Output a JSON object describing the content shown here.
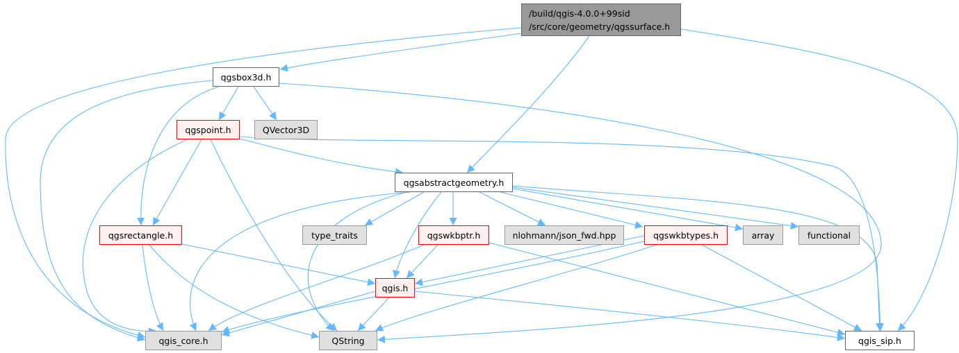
{
  "nodes": {
    "root": {
      "label_line1": "/build/qgis-4.0.0+99sid",
      "label_line2": "/src/core/geometry/qgssurface.h",
      "style": "root"
    },
    "qgsbox3d": {
      "label": "qgsbox3d.h",
      "style": "normal"
    },
    "qgspoint": {
      "label": "qgspoint.h",
      "style": "red"
    },
    "qvector3d": {
      "label": "QVector3D",
      "style": "grey"
    },
    "qgsabstractgeometry": {
      "label": "qgsabstractgeometry.h",
      "style": "normal"
    },
    "qgsrectangle": {
      "label": "qgsrectangle.h",
      "style": "red"
    },
    "type_traits": {
      "label": "type_traits",
      "style": "grey"
    },
    "qgswkbptr": {
      "label": "qgswkbptr.h",
      "style": "red"
    },
    "json_fwd": {
      "label": "nlohmann/json_fwd.hpp",
      "style": "grey"
    },
    "qgswkbtypes": {
      "label": "qgswkbtypes.h",
      "style": "red"
    },
    "array": {
      "label": "array",
      "style": "grey"
    },
    "functional": {
      "label": "functional",
      "style": "grey"
    },
    "qgis": {
      "label": "qgis.h",
      "style": "red"
    },
    "qgis_core": {
      "label": "qgis_core.h",
      "style": "grey"
    },
    "qstring": {
      "label": "QString",
      "style": "grey"
    },
    "qgis_sip": {
      "label": "qgis_sip.h",
      "style": "normal"
    }
  },
  "edges": [
    [
      "root",
      "qgis_core"
    ],
    [
      "root",
      "qgsbox3d"
    ],
    [
      "root",
      "qgsabstractgeometry"
    ],
    [
      "root",
      "qgis_sip"
    ],
    [
      "qgsbox3d",
      "qgis_core"
    ],
    [
      "qgsbox3d",
      "qgspoint"
    ],
    [
      "qgsbox3d",
      "qvector3d"
    ],
    [
      "qgsbox3d",
      "qgsrectangle"
    ],
    [
      "qgsbox3d",
      "qstring"
    ],
    [
      "qgspoint",
      "qgsabstractgeometry"
    ],
    [
      "qgspoint",
      "qgsrectangle"
    ],
    [
      "qgspoint",
      "qgis_core"
    ],
    [
      "qgspoint",
      "qstring"
    ],
    [
      "qgspoint",
      "qgis_sip"
    ],
    [
      "qgsabstractgeometry",
      "qgis_core"
    ],
    [
      "qgsabstractgeometry",
      "qstring"
    ],
    [
      "qgsabstractgeometry",
      "type_traits"
    ],
    [
      "qgsabstractgeometry",
      "qgswkbptr"
    ],
    [
      "qgsabstractgeometry",
      "json_fwd"
    ],
    [
      "qgsabstractgeometry",
      "qgswkbtypes"
    ],
    [
      "qgsabstractgeometry",
      "array"
    ],
    [
      "qgsabstractgeometry",
      "functional"
    ],
    [
      "qgsabstractgeometry",
      "qgis"
    ],
    [
      "qgsabstractgeometry",
      "qgis_sip"
    ],
    [
      "qgsrectangle",
      "qgis"
    ],
    [
      "qgsrectangle",
      "qgis_core"
    ],
    [
      "qgsrectangle",
      "qstring"
    ],
    [
      "qgswkbptr",
      "qgis"
    ],
    [
      "qgswkbptr",
      "qgis_core"
    ],
    [
      "qgswkbptr",
      "qgis_sip"
    ],
    [
      "qgswkbtypes",
      "qgis"
    ],
    [
      "qgswkbtypes",
      "qgis_core"
    ],
    [
      "qgswkbtypes",
      "qstring"
    ],
    [
      "qgswkbtypes",
      "qgis_sip"
    ],
    [
      "qgis",
      "qgis_core"
    ],
    [
      "qgis",
      "qstring"
    ],
    [
      "qgis",
      "qgis_sip"
    ]
  ],
  "colors": {
    "edge": "#63b8ff",
    "root_fill": "#999999",
    "red_border": "#ff0000",
    "red_fill": "#fff0f0",
    "grey_fill": "#e0e0e0"
  }
}
